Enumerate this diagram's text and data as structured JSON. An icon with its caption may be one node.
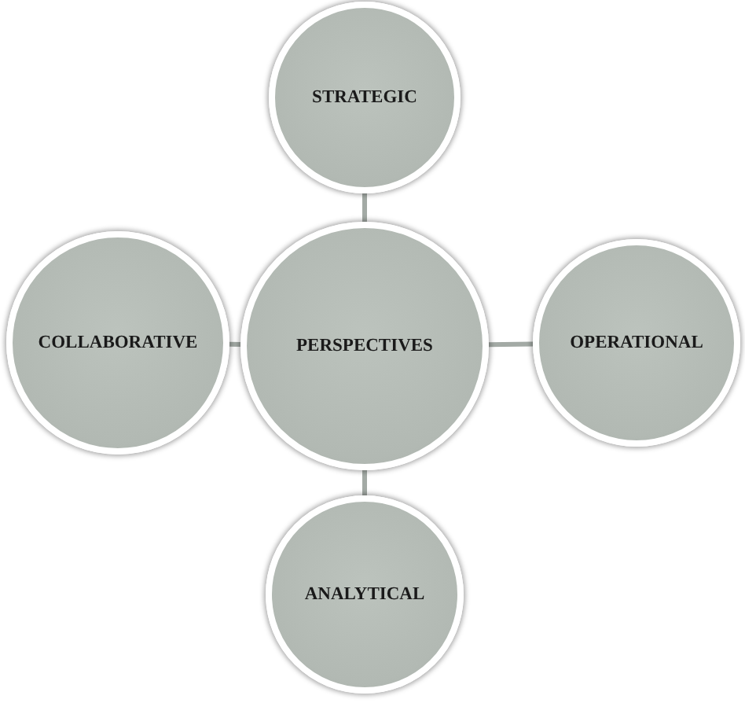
{
  "diagram": {
    "nodes": [
      {
        "text": [
          "STRATEGIC"
        ]
      },
      {
        "text": [
          "COLLABORATIVE"
        ]
      },
      {
        "text": [
          "PERSPECTIVES"
        ]
      },
      {
        "text": [
          "OPERATIONAL"
        ]
      },
      {
        "text": [
          "ANALYTICAL"
        ]
      }
    ],
    "edges": [
      {
        "from": 2,
        "to": 0,
        "arrow": "none"
      },
      {
        "from": 2,
        "to": 1,
        "arrow": "none"
      },
      {
        "from": 2,
        "to": 3,
        "arrow": "none"
      },
      {
        "from": 2,
        "to": 4,
        "arrow": "none"
      }
    ]
  }
}
